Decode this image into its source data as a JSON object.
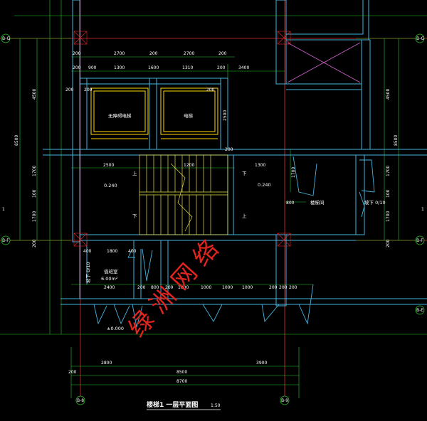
{
  "drawing": {
    "title": "楼梯1 一层平面图",
    "scale": "1:50"
  },
  "axes": {
    "left_top": "B-G",
    "left_mid": "B-F",
    "left_low": "1",
    "right_top": "B-G",
    "right_mid": "B-F",
    "right_low": "1",
    "right_extra": "B-E",
    "bottom_left": "B-8",
    "bottom_right": "B-9"
  },
  "rooms": {
    "elevator_freight": "无障碍电梯",
    "elevator": "电梯",
    "stair_room": "楼梯间",
    "rest_room": "值班室",
    "rest_area": "6.00m²"
  },
  "stair": {
    "up": "上",
    "down": "下",
    "up2": "上",
    "down2": "下",
    "landing_left": "0.240",
    "landing_right": "0.240",
    "floor_level": "±0.000",
    "ramp_left": "坡下 0/10",
    "ramp_right": "坡下 0/10"
  },
  "dims": {
    "top": [
      "200",
      "2700",
      "200",
      "2700",
      "200"
    ],
    "top2": [
      "200",
      "900",
      "1300",
      "1600",
      "1310",
      "200",
      "3400"
    ],
    "left_v": [
      "4500",
      "8500",
      "1700",
      "100",
      "1700",
      "200"
    ],
    "right_v": [
      "4500",
      "8500",
      "1700",
      "100",
      "1700",
      "200"
    ],
    "mid": [
      "2500",
      "1200",
      "1300",
      "1700"
    ],
    "elev_v": "2500",
    "small": [
      "200",
      "200",
      "200",
      "200",
      "800"
    ],
    "lower_row": [
      "2400",
      "200",
      "800",
      "200",
      "1000",
      "1000",
      "1000",
      "1000",
      "200",
      "200",
      "200"
    ],
    "lower_small": [
      "400",
      "1800",
      "400"
    ],
    "bottom": [
      "2800",
      "3900",
      "8500",
      "200",
      "8700"
    ]
  },
  "watermark": "绿 洲 网 络",
  "colors": {
    "wall": "#44b4e0",
    "dim": "#28c828",
    "grid": "#e02828",
    "elev": "#ffd800",
    "stair": "#e8e04a",
    "magenta": "#d060d0",
    "text": "#ffffff"
  }
}
